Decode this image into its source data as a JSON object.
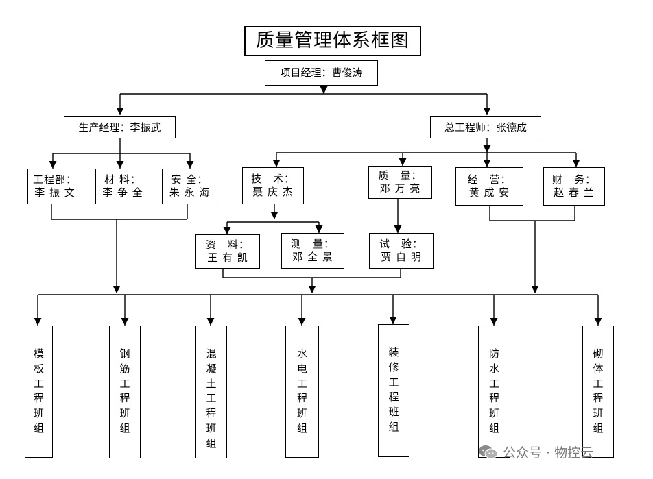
{
  "title": "质量管理体系框图",
  "project_manager": "项目经理：曹俊涛",
  "production_manager": "生产经理：李振武",
  "chief_engineer": "总工程师：张德成",
  "engineering_dept": {
    "role": "工程部：",
    "name": "李 振 文"
  },
  "materials": {
    "role": "材 料：",
    "name": "李 争 全"
  },
  "safety": {
    "role": "安 全：",
    "name": "朱 永 海"
  },
  "technology": {
    "role": "技　术：",
    "name": "聂 庆 杰"
  },
  "quality": {
    "role": "质　量：",
    "name": "邓 万 亮"
  },
  "business": {
    "role": "经　营：",
    "name": "黄 成 安"
  },
  "finance": {
    "role": "财　务：",
    "name": "赵 春 兰"
  },
  "documents": {
    "role": "资　料：",
    "name": "王 有 凯"
  },
  "survey": {
    "role": "测　量：",
    "name": "邓 全 景"
  },
  "testing": {
    "role": "试　验：",
    "name": "贾 自 明"
  },
  "teams": [
    "模板工程班组",
    "钢筋工程班组",
    "混凝土工程班组",
    "水电工程班组",
    "装修工程班组",
    "防水工程班组",
    "砌体工程班组"
  ],
  "watermark": "公众号 · 物控云"
}
